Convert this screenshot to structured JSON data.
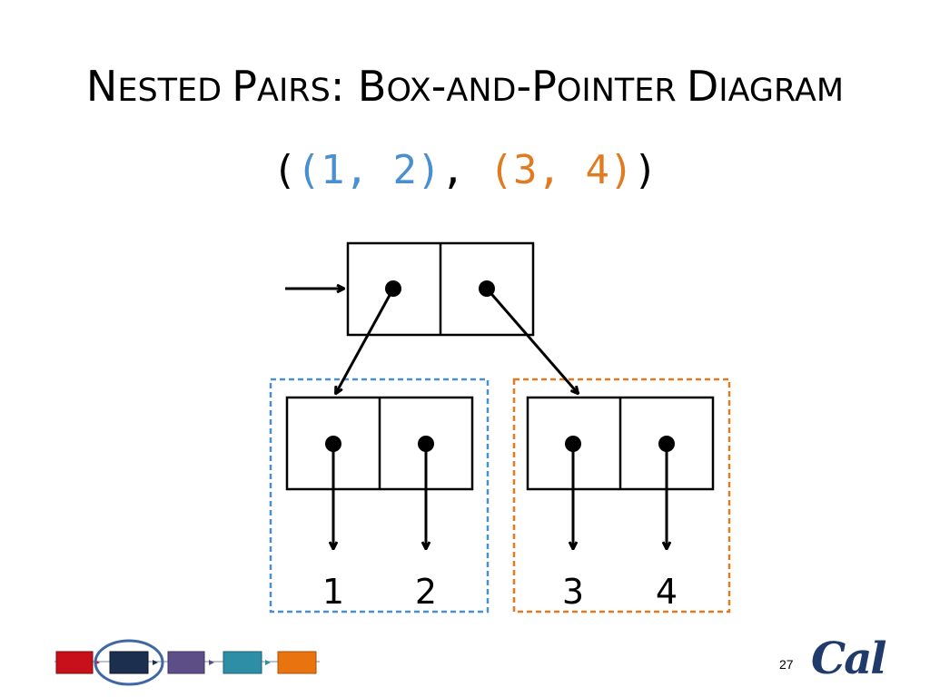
{
  "slide": {
    "title_parts": [
      {
        "text": "N",
        "size": "big"
      },
      {
        "text": "ESTED ",
        "size": "sm"
      },
      {
        "text": "P",
        "size": "big"
      },
      {
        "text": "AIRS",
        "size": "sm"
      },
      {
        "text": ": B",
        "size": "big"
      },
      {
        "text": "OX",
        "size": "sm"
      },
      {
        "text": "-",
        "size": "big"
      },
      {
        "text": "AND",
        "size": "sm"
      },
      {
        "text": "-P",
        "size": "big"
      },
      {
        "text": "OINTER ",
        "size": "sm"
      },
      {
        "text": "D",
        "size": "big"
      },
      {
        "text": "IAGRAM",
        "size": "sm"
      }
    ],
    "expression": {
      "open": "(",
      "first": "(1, 2)",
      "sep": ", ",
      "second": "(3, 4)",
      "close": ")"
    },
    "leaf_values": [
      "1",
      "2",
      "3",
      "4"
    ],
    "page_number": "27",
    "logo_text": "Cal"
  },
  "colors": {
    "first_pair": "#4a8fd0",
    "second_pair": "#e07b22",
    "nav": [
      "#c8101a",
      "#1c2f4f",
      "#5d4e88",
      "#2d8ea6",
      "#e8730f"
    ]
  }
}
